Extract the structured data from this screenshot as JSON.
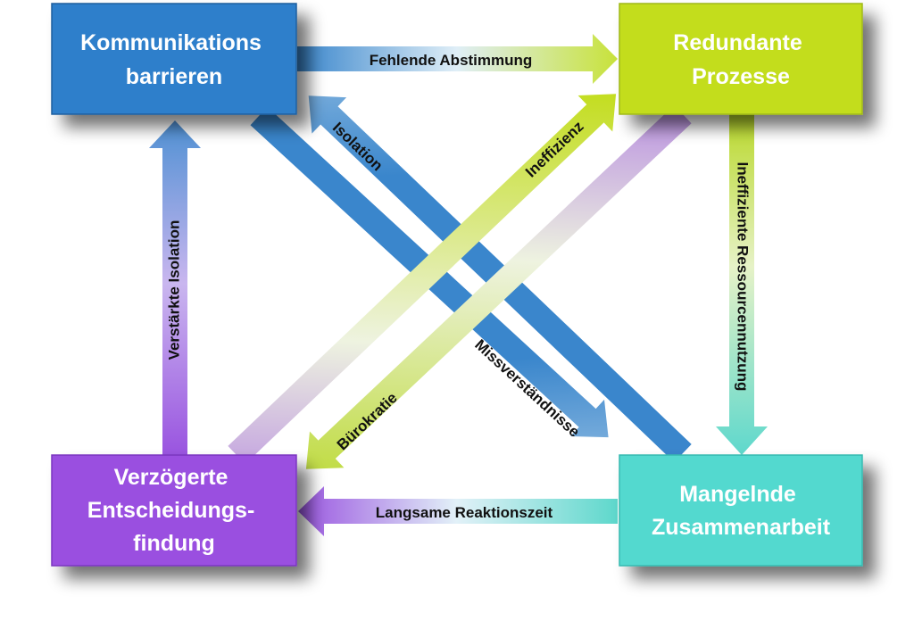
{
  "nodes": {
    "kommunikation": {
      "lines": [
        "Kommunikations",
        "barrieren"
      ],
      "color": "#2e7fcb"
    },
    "redundant": {
      "lines": [
        "Redundante",
        "Prozesse"
      ],
      "color": "#c3dd1e"
    },
    "verzoegert": {
      "lines": [
        "Verzögerte",
        "Entscheidungs-",
        "findung"
      ],
      "color": "#9a4fe0"
    },
    "mangelnd": {
      "lines": [
        "Mangelnde",
        "Zusammenarbeit"
      ],
      "color": "#52d9cf"
    }
  },
  "edges": {
    "fehlende_abstimmung": "Fehlende Abstimmung",
    "ineffiziente_ressourcennutzung": "Ineffiziente Ressourcennutzung",
    "langsame_reaktionszeit": "Langsame Reaktionszeit",
    "verstaerkte_isolation": "Verstärkte Isolation",
    "isolation": "Isolation",
    "missverstaendnisse": "Missverständnisse",
    "ineffizienz": "Ineffizienz",
    "buerokratie": "Bürokratie"
  }
}
